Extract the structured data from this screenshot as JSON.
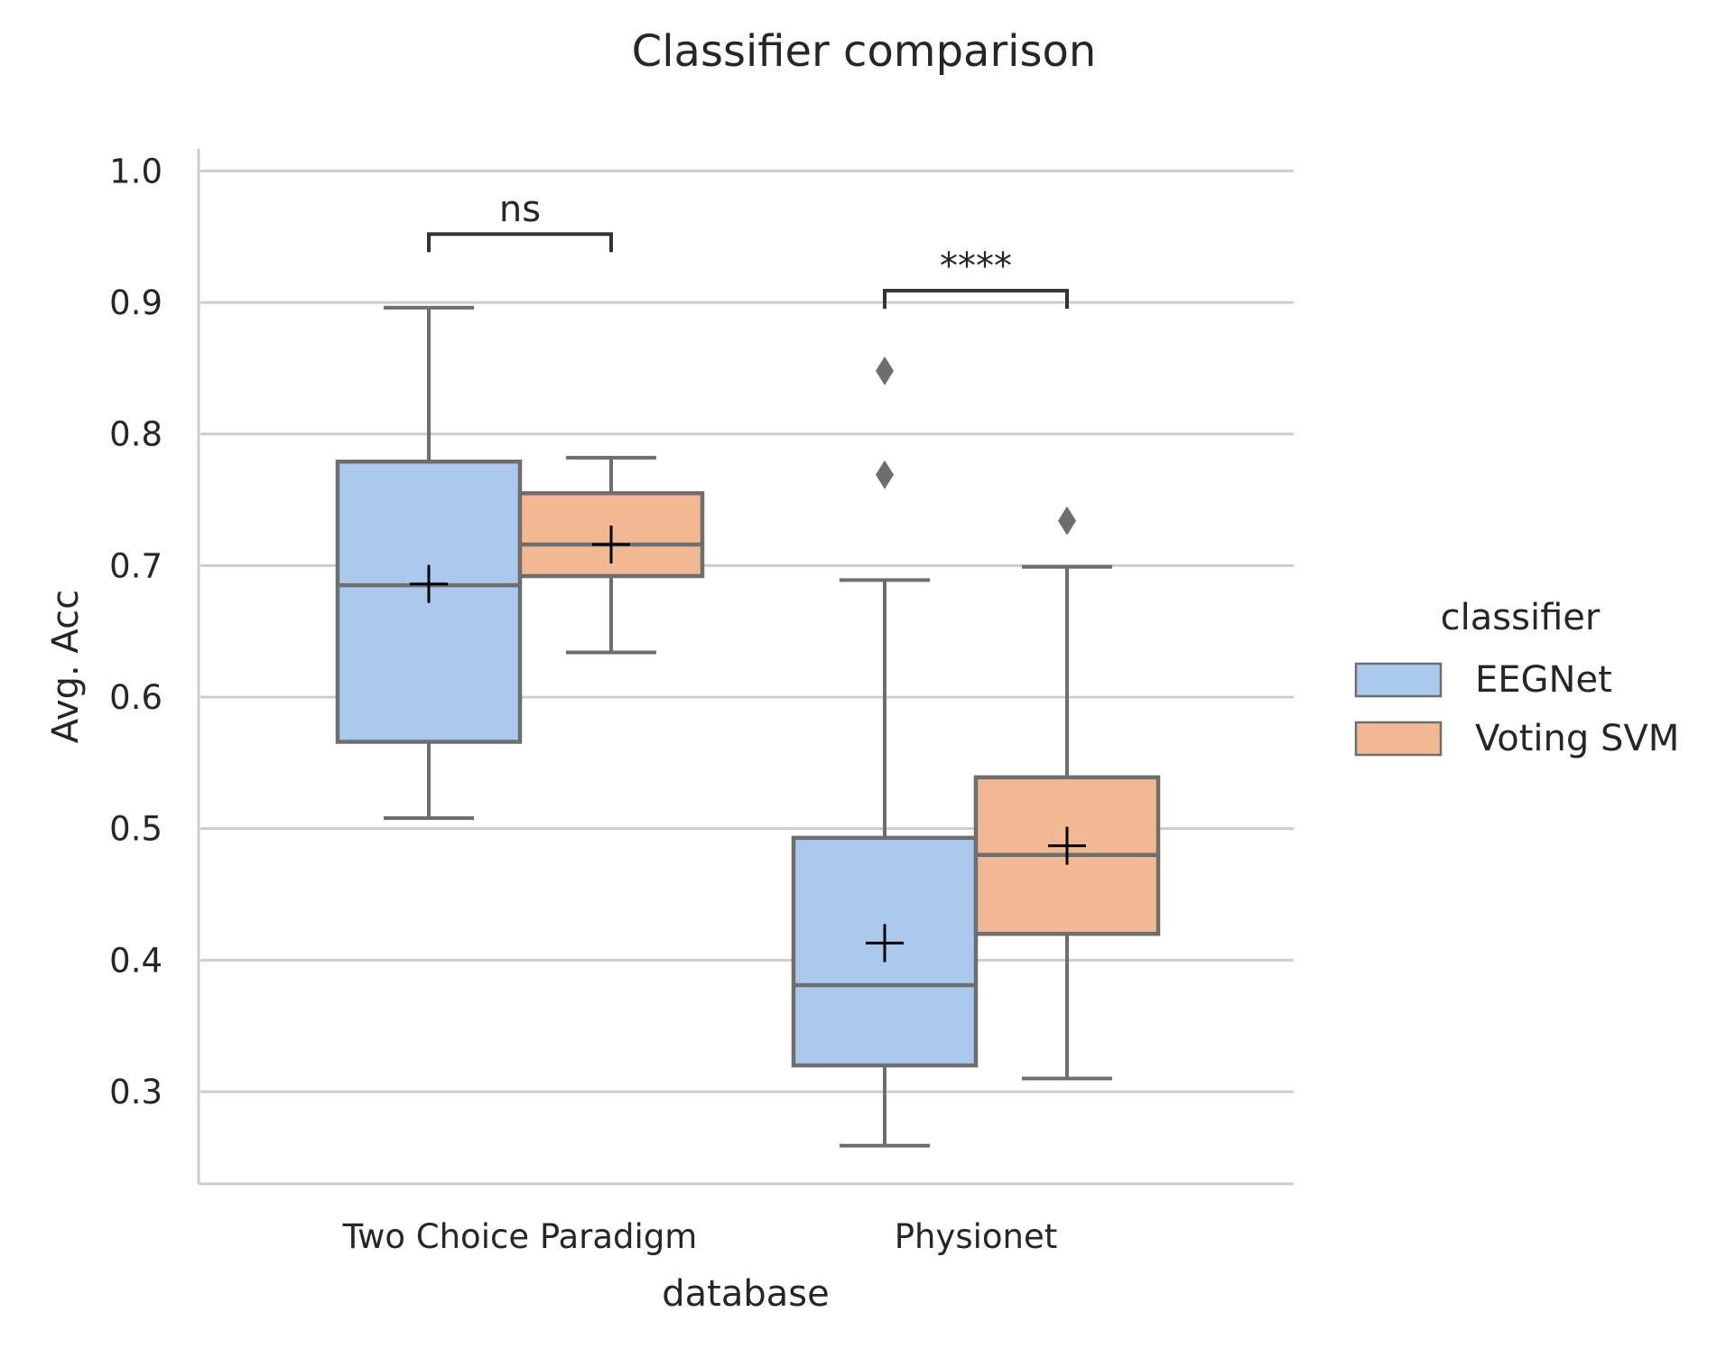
{
  "chart_data": {
    "type": "box",
    "title": "Classifier comparison",
    "xlabel": "database",
    "ylabel": "Avg. Acc",
    "categories": [
      "Two Choice Paradigm",
      "Physionet"
    ],
    "ylim": [
      0.23,
      1.015
    ],
    "yticks": [
      0.3,
      0.4,
      0.5,
      0.6,
      0.7,
      0.8,
      0.9,
      1.0
    ],
    "ytick_labels": [
      "0.3",
      "0.4",
      "0.5",
      "0.6",
      "0.7",
      "0.8",
      "0.9",
      "1.0"
    ],
    "grid": "horizontal",
    "legend": {
      "title": "classifier",
      "placement": "right",
      "entries": [
        "EEGNet",
        "Voting SVM"
      ]
    },
    "series": [
      {
        "name": "EEGNet",
        "color": "#abc9ed",
        "boxes": [
          {
            "category": "Two Choice Paradigm",
            "whisker_low": 0.508,
            "q1": 0.566,
            "median": 0.685,
            "q3": 0.779,
            "whisker_high": 0.896,
            "mean": 0.686,
            "outliers": []
          },
          {
            "category": "Physionet",
            "whisker_low": 0.259,
            "q1": 0.32,
            "median": 0.381,
            "q3": 0.493,
            "whisker_high": 0.689,
            "mean": 0.413,
            "outliers": [
              0.848,
              0.769
            ]
          }
        ]
      },
      {
        "name": "Voting SVM",
        "color": "#f2b892",
        "boxes": [
          {
            "category": "Two Choice Paradigm",
            "whisker_low": 0.634,
            "q1": 0.692,
            "median": 0.716,
            "q3": 0.755,
            "whisker_high": 0.782,
            "mean": 0.716,
            "outliers": []
          },
          {
            "category": "Physionet",
            "whisker_low": 0.31,
            "q1": 0.42,
            "median": 0.48,
            "q3": 0.539,
            "whisker_high": 0.699,
            "mean": 0.487,
            "outliers": [
              0.734
            ]
          }
        ]
      }
    ],
    "annotations": [
      {
        "category": "Two Choice Paradigm",
        "text": "ns",
        "y": 0.952
      },
      {
        "category": "Physionet",
        "text": "****",
        "y": 0.909
      }
    ],
    "colors": {
      "edge": "#6e6e6e",
      "grid": "#cccccc",
      "spine": "#cccccc",
      "bracket": "#333333",
      "mean_marker": "#000000",
      "outlier": "#6e6e6e"
    }
  }
}
